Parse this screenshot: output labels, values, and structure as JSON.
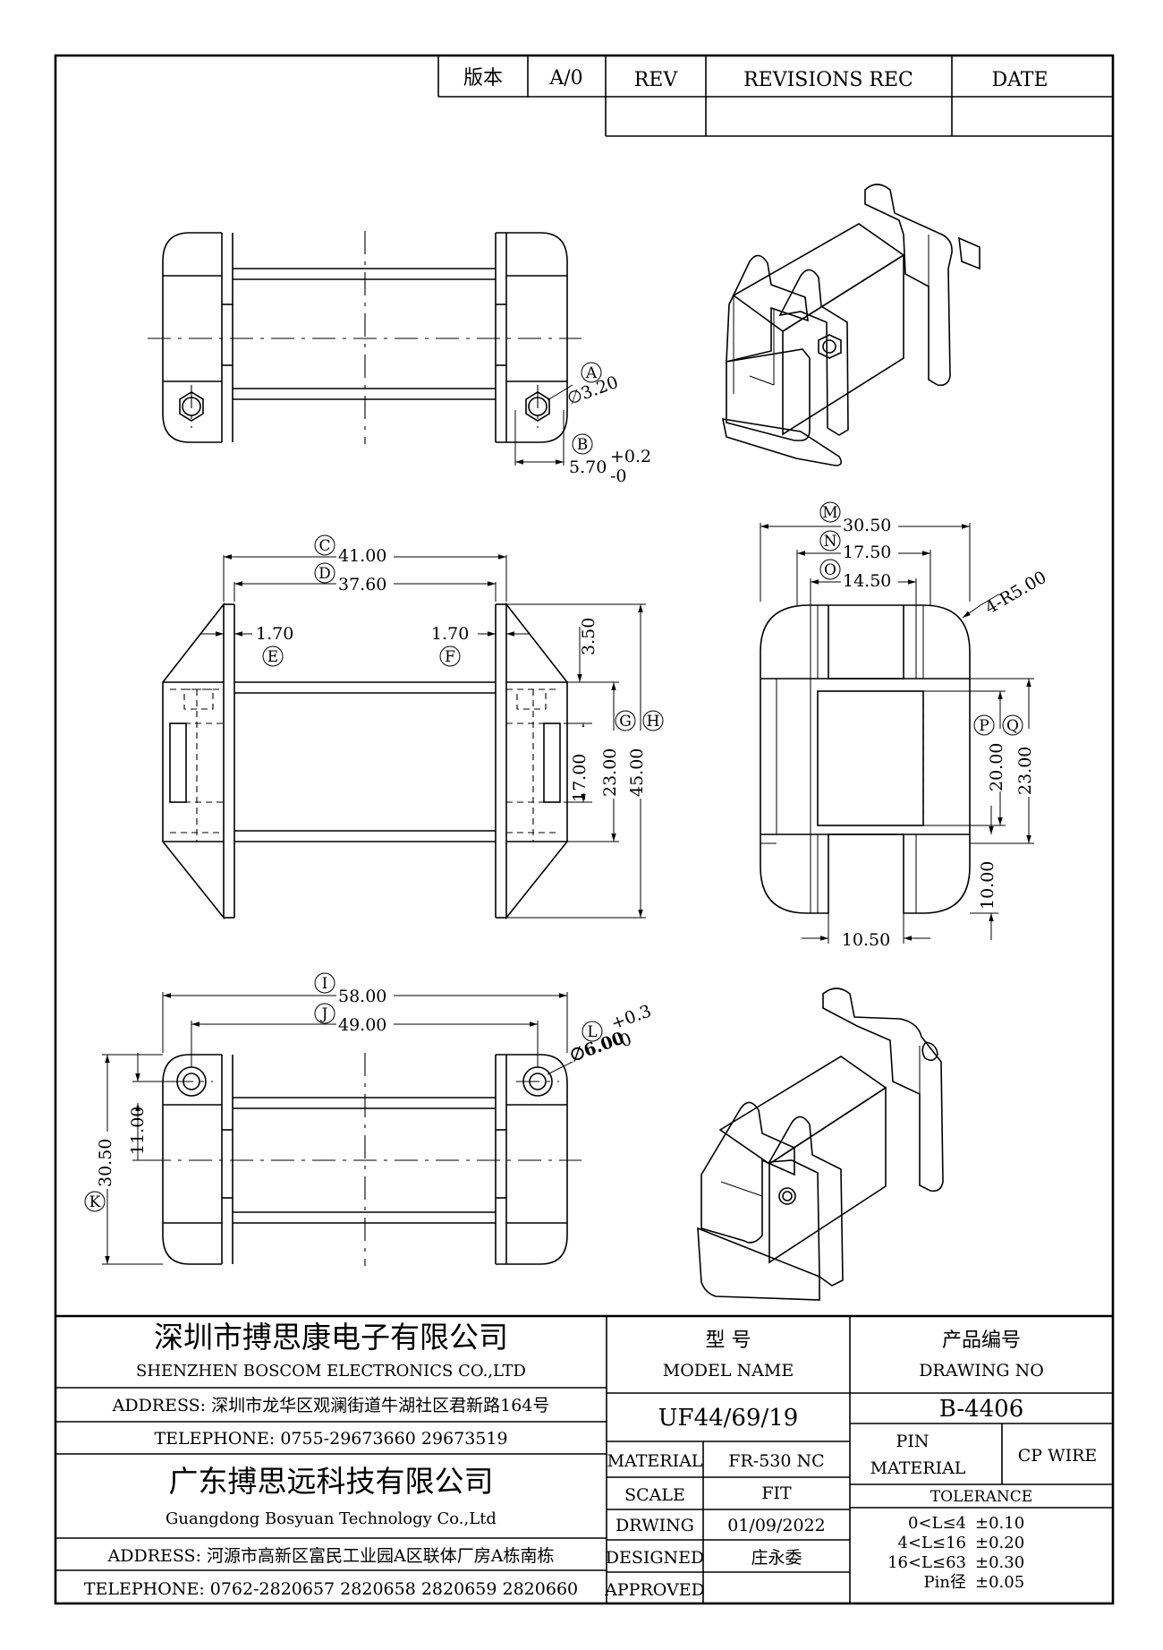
{
  "revision_block": {
    "version_label": "版本",
    "version_value": "A/0",
    "rev_header": "REV",
    "revisions_header": "REVISIONS REC",
    "date_header": "DATE"
  },
  "dimensions": {
    "top_view": {
      "a_label": "A",
      "a_value": "∅3.20",
      "b_label": "B",
      "b_value": "5.70",
      "b_tol_plus": "+0.2",
      "b_tol_minus": "-0"
    },
    "front_view": {
      "c_label": "C",
      "c_value": "41.00",
      "d_label": "D",
      "d_value": "37.60",
      "e_label": "E",
      "e_value": "1.70",
      "f_label": "F",
      "f_value": "1.70",
      "g_label": "G",
      "g_value": "23.00",
      "h_label": "H",
      "h_value": "45.00",
      "v1_value": "3.50",
      "v2_value": "17.00"
    },
    "side_view": {
      "m_label": "M",
      "m_value": "30.50",
      "n_label": "N",
      "n_value": "17.50",
      "o_label": "O",
      "o_value": "14.50",
      "radius_value": "4-R5.00",
      "p_label": "P",
      "p_value": "20.00",
      "q_label": "Q",
      "q_value": "23.00",
      "h10_value": "10.00",
      "w10_value": "10.50"
    },
    "bottom_view": {
      "i_label": "I",
      "i_value": "58.00",
      "j_label": "J",
      "j_value": "49.00",
      "k_label": "K",
      "k_value": "30.50",
      "v11_value": "11.00",
      "l_label": "L",
      "l_value": "∅6.00",
      "l_tol_plus": "+0.3",
      "l_tol_minus": "-0"
    }
  },
  "title_block": {
    "company_cn": "深圳市搏思康电子有限公司",
    "company_en": "SHENZHEN BOSCOM ELECTRONICS CO.,LTD",
    "address1": "ADDRESS: 深圳市龙华区观澜街道牛湖社区君新路164号",
    "telephone1": "TELEPHONE: 0755-29673660 29673519",
    "company2_cn": "广东搏思远科技有限公司",
    "company2_en": "Guangdong Bosyuan Technology Co.,Ltd",
    "address2": "ADDRESS: 河源市高新区富民工业园A区联体厂房A栋南栋",
    "telephone2": "TELEPHONE: 0762-2820657 2820658 2820659 2820660",
    "model_label_cn": "型    号",
    "model_label_en": "MODEL NAME",
    "model_value": "UF44/69/19",
    "drawing_label_cn": "产品编号",
    "drawing_label_en": "DRAWING NO",
    "drawing_value": "B-4406",
    "material_label": "MATERIAL",
    "material_value": "FR-530 NC",
    "scale_label": "SCALE",
    "scale_value": "FIT",
    "drwing_label": "DRWING",
    "drwing_value": "01/09/2022",
    "designed_label": "DESIGNED",
    "designed_value": "庄永委",
    "approved_label": "APPROVED",
    "approved_value": "",
    "pin_label": "PIN",
    "pin_material_label": "MATERIAL",
    "pin_value": "CP WIRE",
    "tolerance_label": "TOLERANCE",
    "tolerances": [
      {
        "range": "0<L≤4",
        "value": "±0.10"
      },
      {
        "range": "4<L≤16",
        "value": "±0.20"
      },
      {
        "range": "16<L≤63",
        "value": "±0.30"
      },
      {
        "range": "Pin径",
        "value": "±0.05"
      }
    ]
  }
}
